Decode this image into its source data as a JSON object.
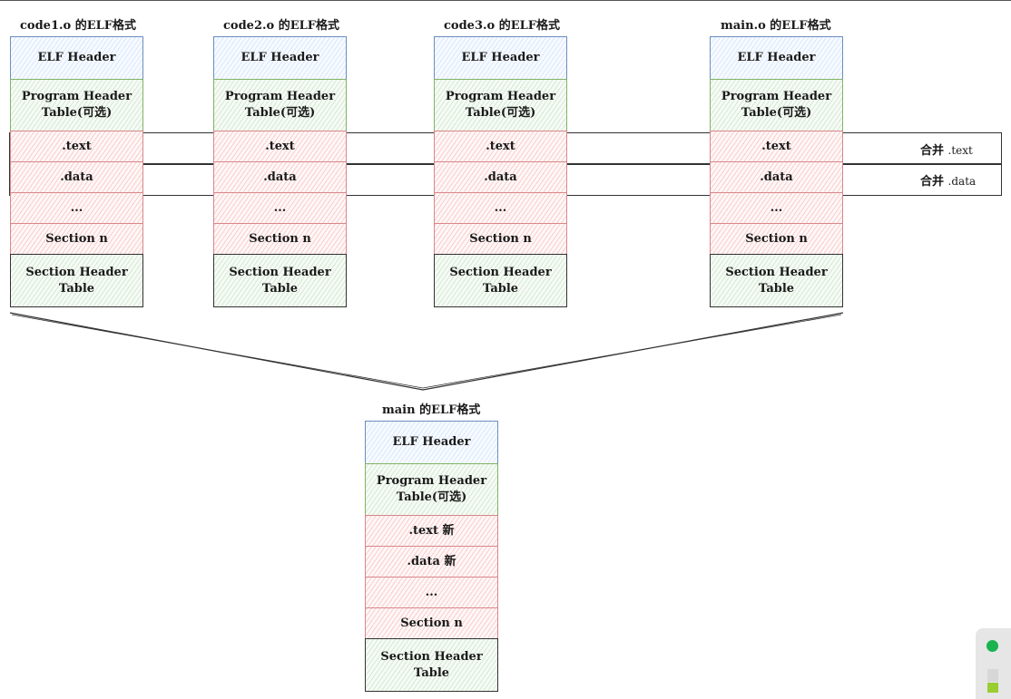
{
  "top_files": [
    {
      "title": "code1.o 的ELF格式",
      "elf_header": "ELF Header",
      "program_header": "Program Header Table(可选)",
      "text": ".text",
      "data": ".data",
      "ellipsis": "...",
      "section_n": "Section n",
      "section_header_table": "Section Header Table"
    },
    {
      "title": "code2.o 的ELF格式",
      "elf_header": "ELF Header",
      "program_header": "Program Header Table(可选)",
      "text": ".text",
      "data": ".data",
      "ellipsis": "...",
      "section_n": "Section n",
      "section_header_table": "Section Header Table"
    },
    {
      "title": "code3.o 的ELF格式",
      "elf_header": "ELF Header",
      "program_header": "Program Header Table(可选)",
      "text": ".text",
      "data": ".data",
      "ellipsis": "...",
      "section_n": "Section n",
      "section_header_table": "Section Header Table"
    },
    {
      "title": "main.o 的ELF格式",
      "elf_header": "ELF Header",
      "program_header": "Program Header Table(可选)",
      "text": ".text",
      "data": ".data",
      "ellipsis": "...",
      "section_n": "Section n",
      "section_header_table": "Section Header Table"
    }
  ],
  "merge_labels": {
    "text_cn": "合并",
    "text_en": ".text",
    "data_cn": "合并",
    "data_en": ".data"
  },
  "output_file": {
    "title": "main 的ELF格式",
    "elf_header": "ELF Header",
    "program_header": "Program Header Table(可选)",
    "text": ".text 新",
    "data": ".data 新",
    "ellipsis": "...",
    "section_n": "Section n",
    "section_header_table": "Section Header Table"
  },
  "colors": {
    "header_fill": "#dae8fc",
    "program_fill": "#d5e8d4",
    "section_fill": "#f8cecc",
    "status_dot": "#1ab34f"
  }
}
